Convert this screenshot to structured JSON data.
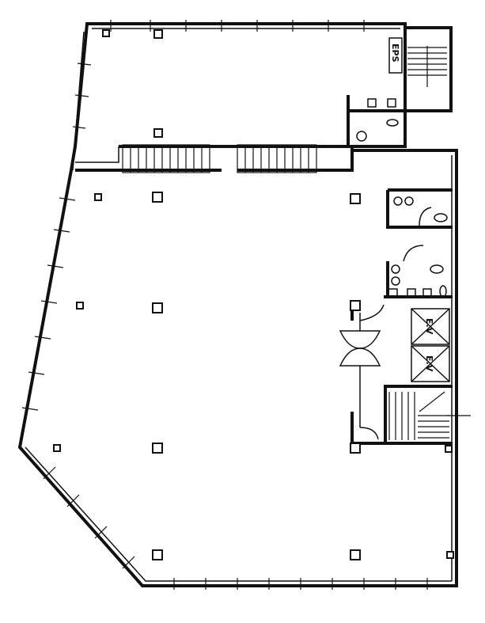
{
  "labels": {
    "eps": "EPS",
    "ev1": "E.V",
    "ev2": "E.V"
  }
}
